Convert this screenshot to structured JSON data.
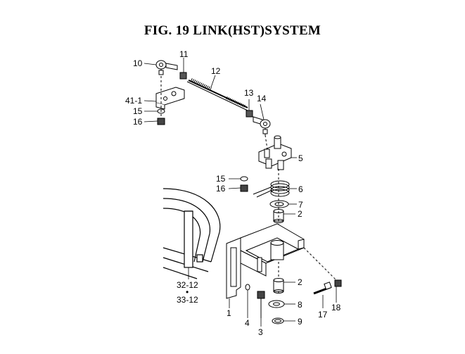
{
  "title": "FIG. 19  LINK(HST)SYSTEM",
  "callouts": [
    {
      "id": "c10",
      "text": "10"
    },
    {
      "id": "c11",
      "text": "11"
    },
    {
      "id": "c12",
      "text": "12"
    },
    {
      "id": "c41_1",
      "text": "41-1"
    },
    {
      "id": "c15a",
      "text": "15"
    },
    {
      "id": "c16a",
      "text": "16"
    },
    {
      "id": "c13",
      "text": "13"
    },
    {
      "id": "c14",
      "text": "14"
    },
    {
      "id": "c5",
      "text": "5"
    },
    {
      "id": "c15b",
      "text": "15"
    },
    {
      "id": "c16b",
      "text": "16"
    },
    {
      "id": "c6",
      "text": "6"
    },
    {
      "id": "c7",
      "text": "7"
    },
    {
      "id": "c2a",
      "text": "2"
    },
    {
      "id": "c2b",
      "text": "2"
    },
    {
      "id": "c8",
      "text": "8"
    },
    {
      "id": "c9",
      "text": "9"
    },
    {
      "id": "c1",
      "text": "1"
    },
    {
      "id": "c4",
      "text": "4"
    },
    {
      "id": "c3",
      "text": "3"
    },
    {
      "id": "c17",
      "text": "17"
    },
    {
      "id": "c18",
      "text": "18"
    },
    {
      "id": "c32_12",
      "text": "32-12"
    },
    {
      "id": "c_dot",
      "text": "•"
    },
    {
      "id": "c33_12",
      "text": "33-12"
    }
  ]
}
